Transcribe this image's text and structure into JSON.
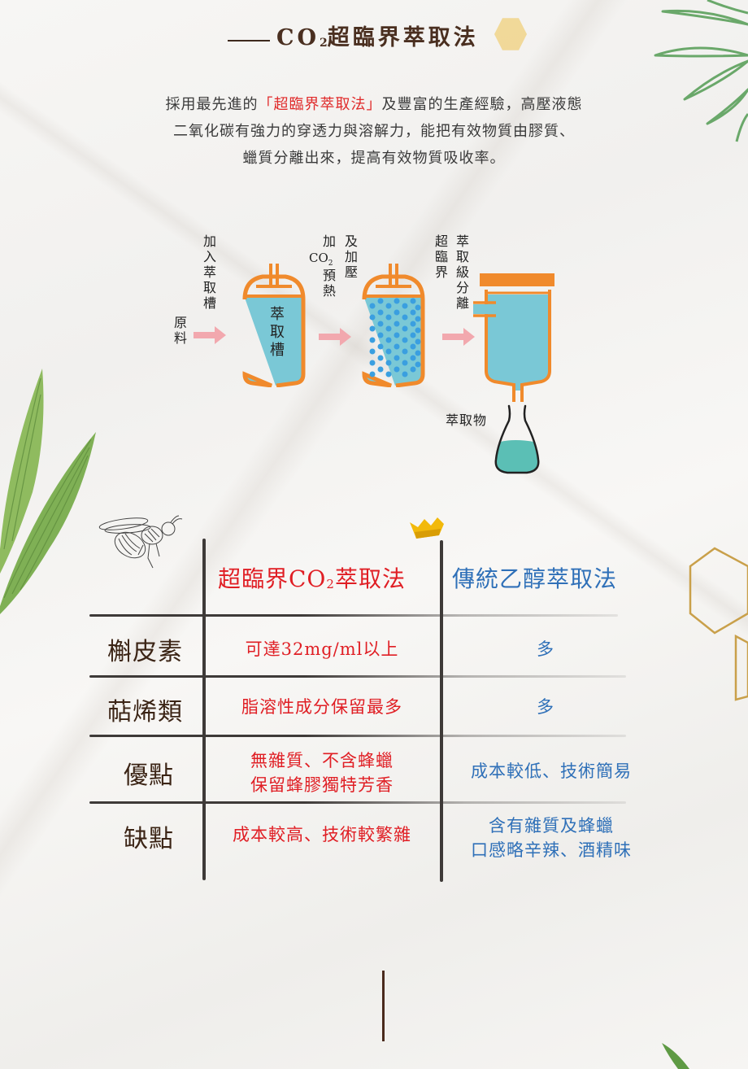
{
  "header": {
    "title_prefix": "CO",
    "title_sub": "2",
    "title_suffix": "超臨界萃取法"
  },
  "intro": {
    "line1_a": "採用最先進的",
    "line1_highlight": "「超臨界萃取法」",
    "line1_b": "及豐富的生產經驗，高壓液態",
    "line2": "二氧化碳有強力的穿透力與溶解力，能把有效物質由膠質、",
    "line3": "蠟質分離出來，提高有效物質吸收率。"
  },
  "diagram": {
    "step_raw": "原料",
    "step_add": "加入萃取槽",
    "tank1_label": "萃取槽",
    "step_co2_a": "加",
    "step_co2_b": "CO",
    "step_co2_sub": "2",
    "step_co2_c": "預熱",
    "step_pressure": "及加壓",
    "step_super": "超臨界",
    "step_fraction": "萃取級分離",
    "product_label": "萃取物",
    "colors": {
      "tank_outline": "#f08a2c",
      "tank_fill": "#7ac8d6",
      "bubble": "#3a9fe0",
      "arrow": "#f2a8ae",
      "flask_fill": "#5bbfb5"
    }
  },
  "comparison": {
    "columns": [
      {
        "label_a": "超臨界CO",
        "label_sub": "2",
        "label_b": "萃取法",
        "color": "#e01e24"
      },
      {
        "label": "傳統乙醇萃取法",
        "color": "#2f70b8"
      }
    ],
    "rows": [
      {
        "label": "槲皮素",
        "co2": [
          "可達32mg/ml以上"
        ],
        "ethanol": [
          "多"
        ]
      },
      {
        "label": "萜烯類",
        "co2": [
          "脂溶性成分保留最多"
        ],
        "ethanol": [
          "多"
        ]
      },
      {
        "label": "優點",
        "co2": [
          "無雜質、不含蜂蠟",
          "保留蜂膠獨特芳香"
        ],
        "ethanol": [
          "成本較低、技術簡易"
        ]
      },
      {
        "label": "缺點",
        "co2": [
          "成本較高、技術較繁雜"
        ],
        "ethanol": [
          "含有雜質及蜂蠟",
          "口感略辛辣、酒精味"
        ]
      }
    ]
  }
}
